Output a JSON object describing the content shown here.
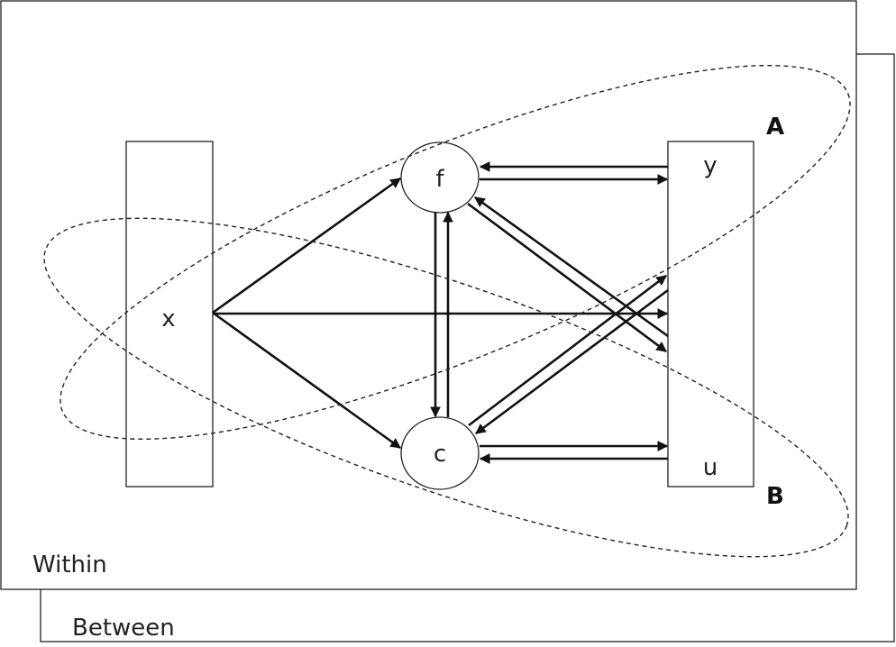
{
  "frames": {
    "within": "Within",
    "between": "Between"
  },
  "nodes": {
    "x": "x",
    "f": "f",
    "c": "c",
    "y": "y",
    "u": "u"
  },
  "groups": {
    "a": "A",
    "b": "B"
  }
}
